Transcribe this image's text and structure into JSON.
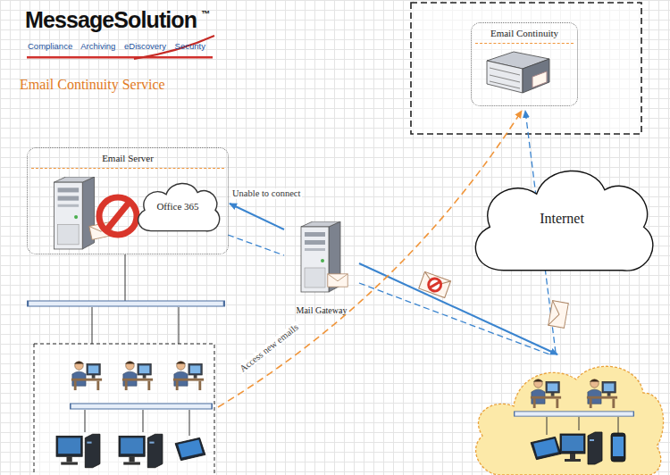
{
  "diagram": {
    "title": "Email Continuity Service",
    "nodes": [
      {
        "text": [
          "Email Continuity"
        ]
      },
      {
        "text": [
          "Email Server"
        ]
      },
      {
        "text": [
          "Office 365"
        ],
        "in": 1
      },
      {
        "text": [
          "Internet"
        ]
      },
      {
        "text": [
          "Mail Gateway"
        ]
      }
    ],
    "edges": [
      {
        "from": 4,
        "to": 1,
        "label": "Unable to connect",
        "arrow": "to"
      }
    ],
    "labels": [
      "MessageSolution",
      "™",
      "Compliance Archiving eDiscovery Security",
      "Access new emails"
    ]
  }
}
